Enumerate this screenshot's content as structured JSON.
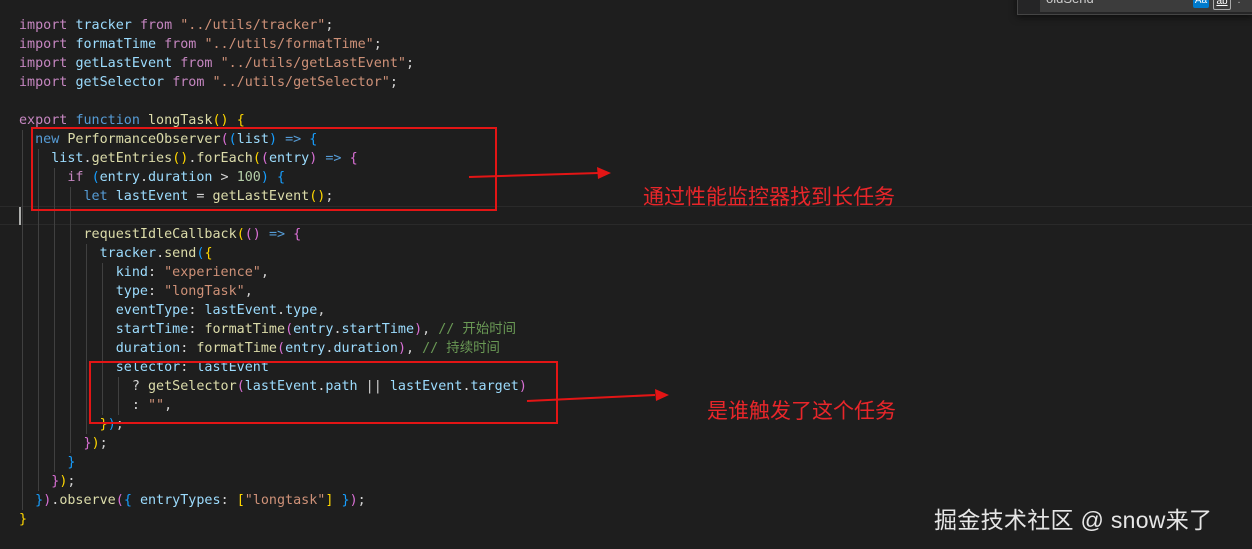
{
  "find_widget": {
    "search_value": "oldSend",
    "match_case_label": "Aa",
    "whole_word_label": "ab",
    "regex_label": ".*"
  },
  "code_lines": [
    {
      "i": 1,
      "tokens": [
        [
          "kw",
          "import"
        ],
        [
          "op",
          " "
        ],
        [
          "va",
          "tracker"
        ],
        [
          "op",
          " "
        ],
        [
          "kw",
          "from"
        ],
        [
          "op",
          " "
        ],
        [
          "st",
          "\"../utils/tracker\""
        ],
        [
          "op",
          ";"
        ]
      ]
    },
    {
      "i": 2,
      "tokens": [
        [
          "kw",
          "import"
        ],
        [
          "op",
          " "
        ],
        [
          "va",
          "formatTime"
        ],
        [
          "op",
          " "
        ],
        [
          "kw",
          "from"
        ],
        [
          "op",
          " "
        ],
        [
          "st",
          "\"../utils/formatTime\""
        ],
        [
          "op",
          ";"
        ]
      ]
    },
    {
      "i": 3,
      "tokens": [
        [
          "kw",
          "import"
        ],
        [
          "op",
          " "
        ],
        [
          "va",
          "getLastEvent"
        ],
        [
          "op",
          " "
        ],
        [
          "kw",
          "from"
        ],
        [
          "op",
          " "
        ],
        [
          "st",
          "\"../utils/getLastEvent\""
        ],
        [
          "op",
          ";"
        ]
      ]
    },
    {
      "i": 4,
      "tokens": [
        [
          "kw",
          "import"
        ],
        [
          "op",
          " "
        ],
        [
          "va",
          "getSelector"
        ],
        [
          "op",
          " "
        ],
        [
          "kw",
          "from"
        ],
        [
          "op",
          " "
        ],
        [
          "st",
          "\"../utils/getSelector\""
        ],
        [
          "op",
          ";"
        ]
      ]
    },
    {
      "i": 5,
      "tokens": []
    },
    {
      "i": 6,
      "tokens": [
        [
          "kw",
          "export"
        ],
        [
          "op",
          " "
        ],
        [
          "bl",
          "function"
        ],
        [
          "op",
          " "
        ],
        [
          "fn",
          "longTask"
        ],
        [
          "br1",
          "()"
        ],
        [
          "op",
          " "
        ],
        [
          "br1",
          "{"
        ]
      ]
    },
    {
      "i": 7,
      "tokens": [
        [
          "op",
          "  "
        ],
        [
          "bl",
          "new"
        ],
        [
          "op",
          " "
        ],
        [
          "fn",
          "PerformanceObserver"
        ],
        [
          "br2",
          "("
        ],
        [
          "br3",
          "("
        ],
        [
          "va",
          "list"
        ],
        [
          "br3",
          ")"
        ],
        [
          "op",
          " "
        ],
        [
          "bl",
          "=>"
        ],
        [
          "op",
          " "
        ],
        [
          "br3",
          "{"
        ]
      ]
    },
    {
      "i": 8,
      "tokens": [
        [
          "op",
          "    "
        ],
        [
          "va",
          "list"
        ],
        [
          "op",
          "."
        ],
        [
          "fn",
          "getEntries"
        ],
        [
          "br1",
          "()"
        ],
        [
          "op",
          "."
        ],
        [
          "fn",
          "forEach"
        ],
        [
          "br1",
          "("
        ],
        [
          "br2",
          "("
        ],
        [
          "va",
          "entry"
        ],
        [
          "br2",
          ")"
        ],
        [
          "op",
          " "
        ],
        [
          "bl",
          "=>"
        ],
        [
          "op",
          " "
        ],
        [
          "br2",
          "{"
        ]
      ]
    },
    {
      "i": 9,
      "tokens": [
        [
          "op",
          "      "
        ],
        [
          "kw",
          "if"
        ],
        [
          "op",
          " "
        ],
        [
          "br3",
          "("
        ],
        [
          "va",
          "entry"
        ],
        [
          "op",
          "."
        ],
        [
          "va",
          "duration"
        ],
        [
          "op",
          " > "
        ],
        [
          "nu",
          "100"
        ],
        [
          "br3",
          ")"
        ],
        [
          "op",
          " "
        ],
        [
          "br3",
          "{"
        ]
      ]
    },
    {
      "i": 10,
      "tokens": [
        [
          "op",
          "        "
        ],
        [
          "bl",
          "let"
        ],
        [
          "op",
          " "
        ],
        [
          "va",
          "lastEvent"
        ],
        [
          "op",
          " = "
        ],
        [
          "fn",
          "getLastEvent"
        ],
        [
          "br1",
          "()"
        ],
        [
          "op",
          ";"
        ]
      ]
    },
    {
      "i": 11,
      "tokens": []
    },
    {
      "i": 12,
      "tokens": [
        [
          "op",
          "        "
        ],
        [
          "fn",
          "requestIdleCallback"
        ],
        [
          "br1",
          "("
        ],
        [
          "br2",
          "()"
        ],
        [
          "op",
          " "
        ],
        [
          "bl",
          "=>"
        ],
        [
          "op",
          " "
        ],
        [
          "br2",
          "{"
        ]
      ]
    },
    {
      "i": 13,
      "tokens": [
        [
          "op",
          "          "
        ],
        [
          "va",
          "tracker"
        ],
        [
          "op",
          "."
        ],
        [
          "fn",
          "send"
        ],
        [
          "br3",
          "("
        ],
        [
          "br1",
          "{"
        ]
      ]
    },
    {
      "i": 14,
      "tokens": [
        [
          "op",
          "            "
        ],
        [
          "va",
          "kind"
        ],
        [
          "op",
          ": "
        ],
        [
          "st",
          "\"experience\""
        ],
        [
          "op",
          ","
        ]
      ]
    },
    {
      "i": 15,
      "tokens": [
        [
          "op",
          "            "
        ],
        [
          "va",
          "type"
        ],
        [
          "op",
          ": "
        ],
        [
          "st",
          "\"longTask\""
        ],
        [
          "op",
          ","
        ]
      ]
    },
    {
      "i": 16,
      "tokens": [
        [
          "op",
          "            "
        ],
        [
          "va",
          "eventType"
        ],
        [
          "op",
          ": "
        ],
        [
          "va",
          "lastEvent"
        ],
        [
          "op",
          "."
        ],
        [
          "va",
          "type"
        ],
        [
          "op",
          ","
        ]
      ]
    },
    {
      "i": 17,
      "tokens": [
        [
          "op",
          "            "
        ],
        [
          "va",
          "startTime"
        ],
        [
          "op",
          ": "
        ],
        [
          "fn",
          "formatTime"
        ],
        [
          "br2",
          "("
        ],
        [
          "va",
          "entry"
        ],
        [
          "op",
          "."
        ],
        [
          "va",
          "startTime"
        ],
        [
          "br2",
          ")"
        ],
        [
          "op",
          ", "
        ],
        [
          "cm",
          "// 开始时间"
        ]
      ]
    },
    {
      "i": 18,
      "tokens": [
        [
          "op",
          "            "
        ],
        [
          "va",
          "duration"
        ],
        [
          "op",
          ": "
        ],
        [
          "fn",
          "formatTime"
        ],
        [
          "br2",
          "("
        ],
        [
          "va",
          "entry"
        ],
        [
          "op",
          "."
        ],
        [
          "va",
          "duration"
        ],
        [
          "br2",
          ")"
        ],
        [
          "op",
          ", "
        ],
        [
          "cm",
          "// 持续时间"
        ]
      ]
    },
    {
      "i": 19,
      "tokens": [
        [
          "op",
          "            "
        ],
        [
          "va",
          "selector"
        ],
        [
          "op",
          ": "
        ],
        [
          "va",
          "lastEvent"
        ]
      ]
    },
    {
      "i": 20,
      "tokens": [
        [
          "op",
          "              ? "
        ],
        [
          "fn",
          "getSelector"
        ],
        [
          "br2",
          "("
        ],
        [
          "va",
          "lastEvent"
        ],
        [
          "op",
          "."
        ],
        [
          "va",
          "path"
        ],
        [
          "op",
          " || "
        ],
        [
          "va",
          "lastEvent"
        ],
        [
          "op",
          "."
        ],
        [
          "va",
          "target"
        ],
        [
          "br2",
          ")"
        ]
      ]
    },
    {
      "i": 21,
      "tokens": [
        [
          "op",
          "              : "
        ],
        [
          "st",
          "\"\""
        ],
        [
          "op",
          ","
        ]
      ]
    },
    {
      "i": 22,
      "tokens": [
        [
          "op",
          "          "
        ],
        [
          "br1",
          "}"
        ],
        [
          "br3",
          ")"
        ],
        [
          "op",
          ";"
        ]
      ]
    },
    {
      "i": 23,
      "tokens": [
        [
          "op",
          "        "
        ],
        [
          "br2",
          "}"
        ],
        [
          "br1",
          ")"
        ],
        [
          "op",
          ";"
        ]
      ]
    },
    {
      "i": 24,
      "tokens": [
        [
          "op",
          "      "
        ],
        [
          "br3",
          "}"
        ]
      ]
    },
    {
      "i": 25,
      "tokens": [
        [
          "op",
          "    "
        ],
        [
          "br2",
          "}"
        ],
        [
          "br1",
          ")"
        ],
        [
          "op",
          ";"
        ]
      ]
    },
    {
      "i": 26,
      "tokens": [
        [
          "op",
          "  "
        ],
        [
          "br3",
          "}"
        ],
        [
          "br2",
          ")"
        ],
        [
          "op",
          "."
        ],
        [
          "fn",
          "observe"
        ],
        [
          "br2",
          "("
        ],
        [
          "br3",
          "{"
        ],
        [
          "op",
          " "
        ],
        [
          "va",
          "entryTypes"
        ],
        [
          "op",
          ": "
        ],
        [
          "br1",
          "["
        ],
        [
          "st",
          "\"longtask\""
        ],
        [
          "br1",
          "]"
        ],
        [
          "op",
          " "
        ],
        [
          "br3",
          "}"
        ],
        [
          "br2",
          ")"
        ],
        [
          "op",
          ";"
        ]
      ]
    },
    {
      "i": 27,
      "tokens": [
        [
          "br1",
          "}"
        ]
      ]
    }
  ],
  "annotations": {
    "first": "通过性能监控器找到长任务",
    "second": "是谁触发了这个任务"
  },
  "watermark": "掘金技术社区 @ snow来了",
  "colors": {
    "background": "#1e1e1e",
    "annotation_red": "#e31515"
  }
}
